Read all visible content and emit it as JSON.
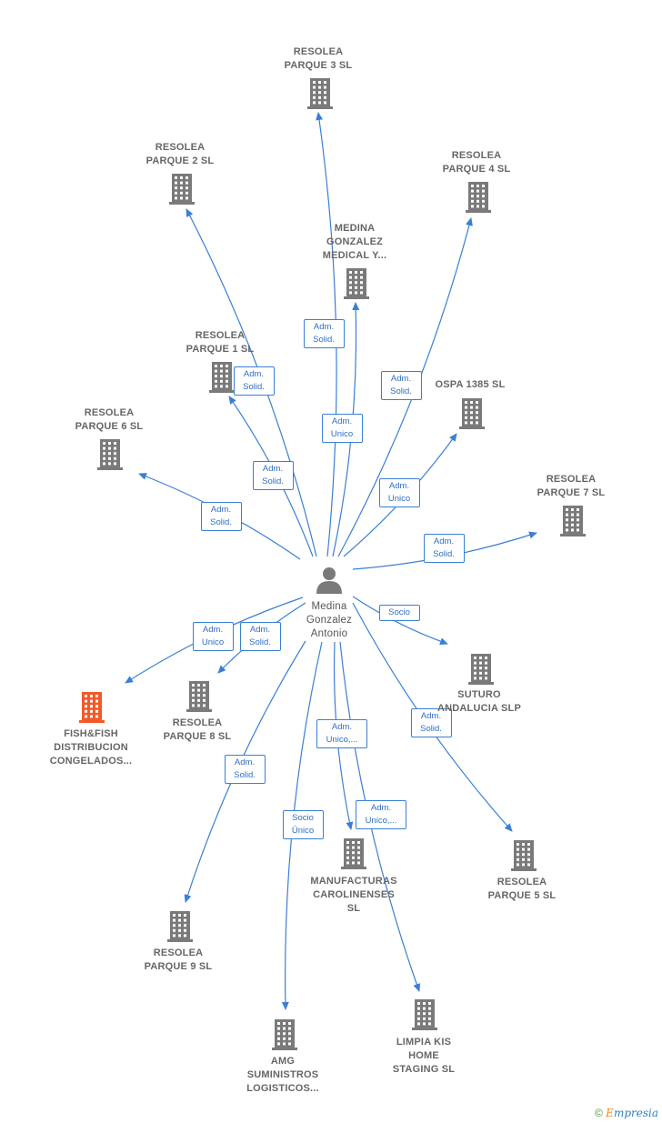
{
  "center": {
    "label": [
      "Medina",
      "Gonzalez",
      "Antonio"
    ]
  },
  "nodes": [
    {
      "id": "resolea3",
      "label": [
        "RESOLEA",
        "PARQUE 3  SL"
      ],
      "highlight": false
    },
    {
      "id": "resolea2",
      "label": [
        "RESOLEA",
        "PARQUE 2  SL"
      ],
      "highlight": false
    },
    {
      "id": "resolea4",
      "label": [
        "RESOLEA",
        "PARQUE 4  SL"
      ],
      "highlight": false
    },
    {
      "id": "medina",
      "label": [
        "MEDINA",
        "GONZALEZ",
        "MEDICAL Y..."
      ],
      "highlight": false
    },
    {
      "id": "resolea1",
      "label": [
        "RESOLEA",
        "PARQUE 1  SL"
      ],
      "highlight": false
    },
    {
      "id": "ospa",
      "label": [
        "OSPA 1385  SL"
      ],
      "highlight": false
    },
    {
      "id": "resolea6",
      "label": [
        "RESOLEA",
        "PARQUE 6  SL"
      ],
      "highlight": false
    },
    {
      "id": "resolea7",
      "label": [
        "RESOLEA",
        "PARQUE 7  SL"
      ],
      "highlight": false
    },
    {
      "id": "fish",
      "label": [
        "FISH&FISH",
        "DISTRIBUCION",
        "CONGELADOS..."
      ],
      "highlight": true
    },
    {
      "id": "resolea8",
      "label": [
        "RESOLEA",
        "PARQUE 8  SL"
      ],
      "highlight": false
    },
    {
      "id": "suturo",
      "label": [
        "SUTURO",
        "ANDALUCIA  SLP"
      ],
      "highlight": false
    },
    {
      "id": "resolea5",
      "label": [
        "RESOLEA",
        "PARQUE 5  SL"
      ],
      "highlight": false
    },
    {
      "id": "manufacturas",
      "label": [
        "MANUFACTURAS",
        "CAROLINENSES",
        "SL"
      ],
      "highlight": false
    },
    {
      "id": "resolea9",
      "label": [
        "RESOLEA",
        "PARQUE 9  SL"
      ],
      "highlight": false
    },
    {
      "id": "amg",
      "label": [
        "AMG",
        "SUMINISTROS",
        "LOGISTICOS..."
      ],
      "highlight": false
    },
    {
      "id": "limpia",
      "label": [
        "LIMPIA KIS",
        "HOME",
        "STAGING  SL"
      ],
      "highlight": false
    }
  ],
  "edges": [
    {
      "to": "resolea3",
      "label": [
        "Adm.",
        "Solid."
      ]
    },
    {
      "to": "resolea2",
      "label": [
        "Adm.",
        "Solid."
      ]
    },
    {
      "to": "resolea4",
      "label": [
        "Adm.",
        "Solid."
      ]
    },
    {
      "to": "medina",
      "label": [
        "Adm.",
        "Unico"
      ]
    },
    {
      "to": "resolea1",
      "label": [
        "Adm.",
        "Solid."
      ]
    },
    {
      "to": "ospa",
      "label": [
        "Adm.",
        "Unico"
      ]
    },
    {
      "to": "resolea6",
      "label": [
        "Adm.",
        "Solid."
      ]
    },
    {
      "to": "resolea7",
      "label": [
        "Adm.",
        "Solid."
      ]
    },
    {
      "to": "fish",
      "label": [
        "Adm.",
        "Unico"
      ]
    },
    {
      "to": "resolea8",
      "label": [
        "Adm.",
        "Solid."
      ]
    },
    {
      "to": "suturo",
      "label": [
        "Socio"
      ]
    },
    {
      "to": "resolea5",
      "label": [
        "Adm.",
        "Solid."
      ]
    },
    {
      "to": "manufacturas",
      "label": [
        "Adm.",
        "Unico,..."
      ]
    },
    {
      "to": "resolea9",
      "label": [
        "Adm.",
        "Solid."
      ]
    },
    {
      "to": "amg",
      "label": [
        "Socio",
        "Único"
      ]
    },
    {
      "to": "limpia",
      "label": [
        "Adm.",
        "Unico,..."
      ]
    }
  ],
  "colors": {
    "edge": "#3a7fd5",
    "building": "#7a7a7a",
    "highlight": "#f05a28",
    "person": "#7a7a7a"
  },
  "footer": {
    "copyright": "©",
    "brand_first": "E",
    "brand_rest": "mpresia"
  }
}
